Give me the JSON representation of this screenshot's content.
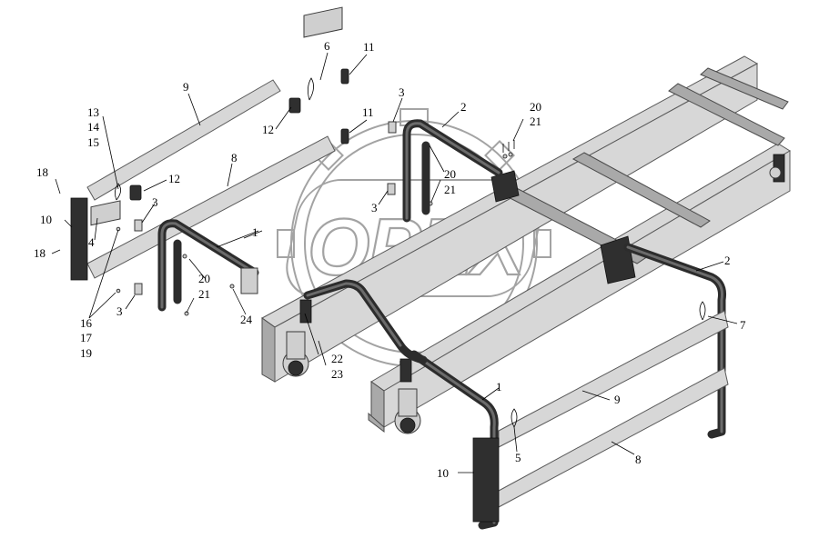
{
  "watermark": {
    "logo_text": "OPEX"
  },
  "labels": {
    "l1a": "1",
    "l1b": "1",
    "l2a": "2",
    "l2b": "2",
    "l3a": "3",
    "l3b": "3",
    "l3c": "3",
    "l3d": "3",
    "l4": "4",
    "l5": "5",
    "l6": "6",
    "l7": "7",
    "l8a": "8",
    "l8b": "8",
    "l9a": "9",
    "l9b": "9",
    "l10a": "10",
    "l10b": "10",
    "l11a": "11",
    "l11b": "11",
    "l12a": "12",
    "l12b": "12",
    "l13": "13",
    "l14": "14",
    "l15": "15",
    "l16": "16",
    "l17": "17",
    "l19": "19",
    "l18a": "18",
    "l18b": "18",
    "l20a": "20",
    "l21a": "21",
    "l20b": "20",
    "l21b": "21",
    "l20c": "20",
    "l21c": "21",
    "l22": "22",
    "l23": "23",
    "l24": "24"
  }
}
